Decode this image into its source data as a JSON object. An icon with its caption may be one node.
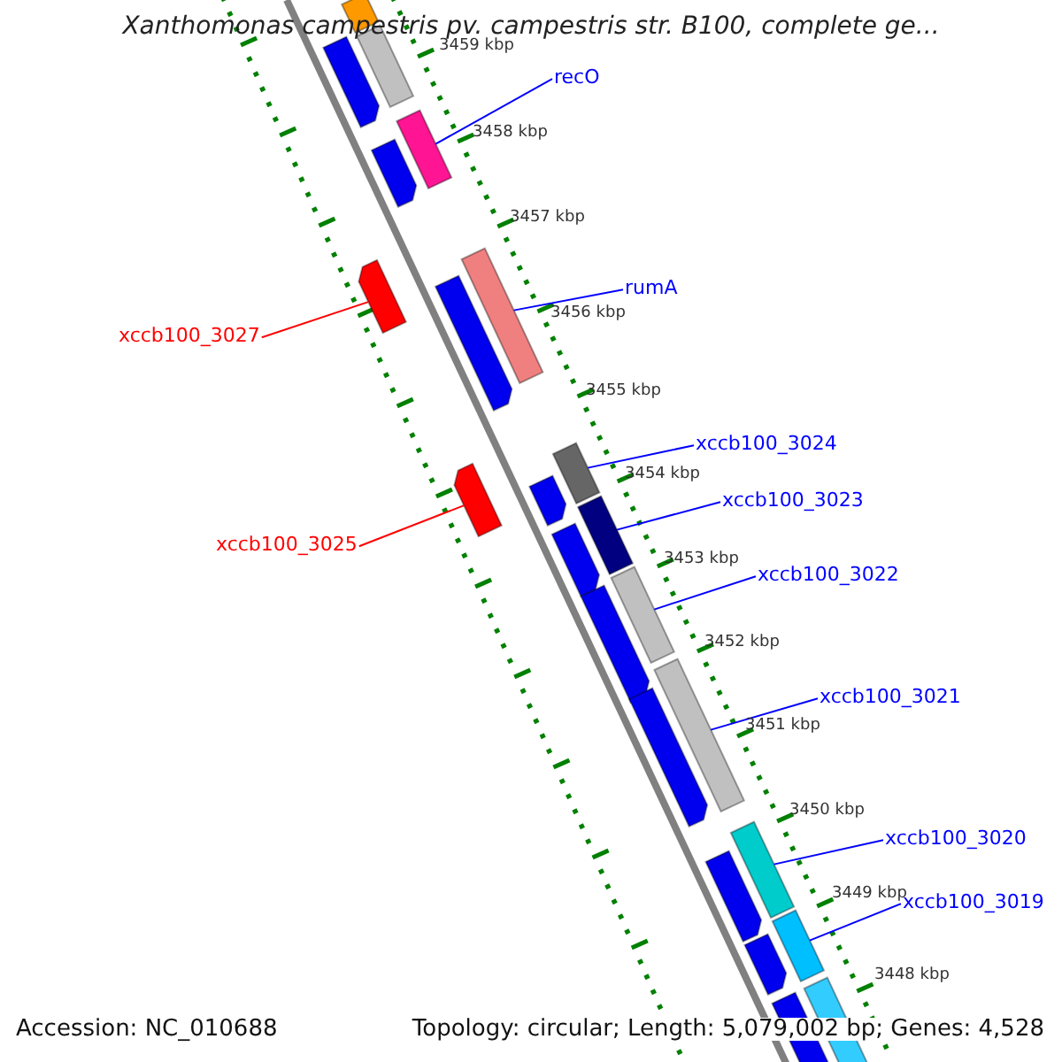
{
  "diagram": {
    "title": "Xanthomonas campestris pv. campestris str. B100, complete ge...",
    "nodes": [
      {
        "text": [
          "recO"
        ]
      },
      {
        "text": [
          "rumA"
        ]
      },
      {
        "text": [
          "xccb100_3027"
        ]
      },
      {
        "text": [
          "xccb100_3024"
        ]
      },
      {
        "text": [
          "xccb100_3023"
        ]
      },
      {
        "text": [
          "xccb100_3025"
        ]
      },
      {
        "text": [
          "xccb100_3022"
        ]
      },
      {
        "text": [
          "xccb100_3021"
        ]
      },
      {
        "text": [
          "xccb100_3020"
        ]
      },
      {
        "text": [
          "xccb100_3019"
        ]
      },
      {
        "text": [],
        "shape": "bar"
      },
      {
        "text": [],
        "shape": "bar"
      },
      {
        "text": [],
        "shape": "bar"
      },
      {
        "text": [],
        "shape": "bar"
      },
      {
        "text": [],
        "shape": "bar"
      },
      {
        "text": [],
        "shape": "bar"
      },
      {
        "text": [],
        "shape": "bar"
      },
      {
        "text": [],
        "shape": "bar"
      },
      {
        "text": [],
        "shape": "bar"
      },
      {
        "text": [],
        "shape": "bar"
      },
      {
        "text": [],
        "shape": "bar"
      },
      {
        "text": [],
        "shape": "bar"
      },
      {
        "text": [],
        "shape": "bar"
      },
      {
        "text": [],
        "shape": "bar"
      },
      {
        "text": [],
        "shape": "bar"
      },
      {
        "text": [],
        "shape": "bar"
      },
      {
        "text": [],
        "shape": "bar"
      },
      {
        "text": [],
        "shape": "bar"
      },
      {
        "text": [],
        "shape": "bar"
      },
      {
        "text": [],
        "shape": "bar"
      },
      {
        "text": [],
        "shape": "bar"
      },
      {
        "text": [],
        "shape": "bar"
      },
      {
        "text": [],
        "shape": "bar"
      }
    ],
    "edges": [
      {
        "from": 0,
        "to": 10,
        "arrow": "none"
      },
      {
        "from": 1,
        "to": 12,
        "arrow": "none"
      },
      {
        "from": 2,
        "to": 11,
        "arrow": "none",
        "color": "#ff0000"
      },
      {
        "from": 3,
        "to": 14,
        "arrow": "none"
      },
      {
        "from": 4,
        "to": 15,
        "arrow": "none"
      },
      {
        "from": 5,
        "to": 13,
        "arrow": "none",
        "color": "#ff0000"
      },
      {
        "from": 6,
        "to": 16,
        "arrow": "none"
      },
      {
        "from": 7,
        "to": 17,
        "arrow": "none"
      },
      {
        "from": 8,
        "to": 18,
        "arrow": "none"
      },
      {
        "from": 9,
        "to": 19,
        "arrow": "none"
      }
    ],
    "labels": [
      "3459 kbp",
      "3458 kbp",
      "3457 kbp",
      "3456 kbp",
      "3455 kbp",
      "3454 kbp",
      "3453 kbp",
      "3452 kbp",
      "3451 kbp",
      "3450 kbp",
      "3449 kbp",
      "3448 kbp",
      "Accession: NC_010688",
      "Topology: circular; Length: 5,079,002 bp; Genes: 4,528"
    ]
  }
}
